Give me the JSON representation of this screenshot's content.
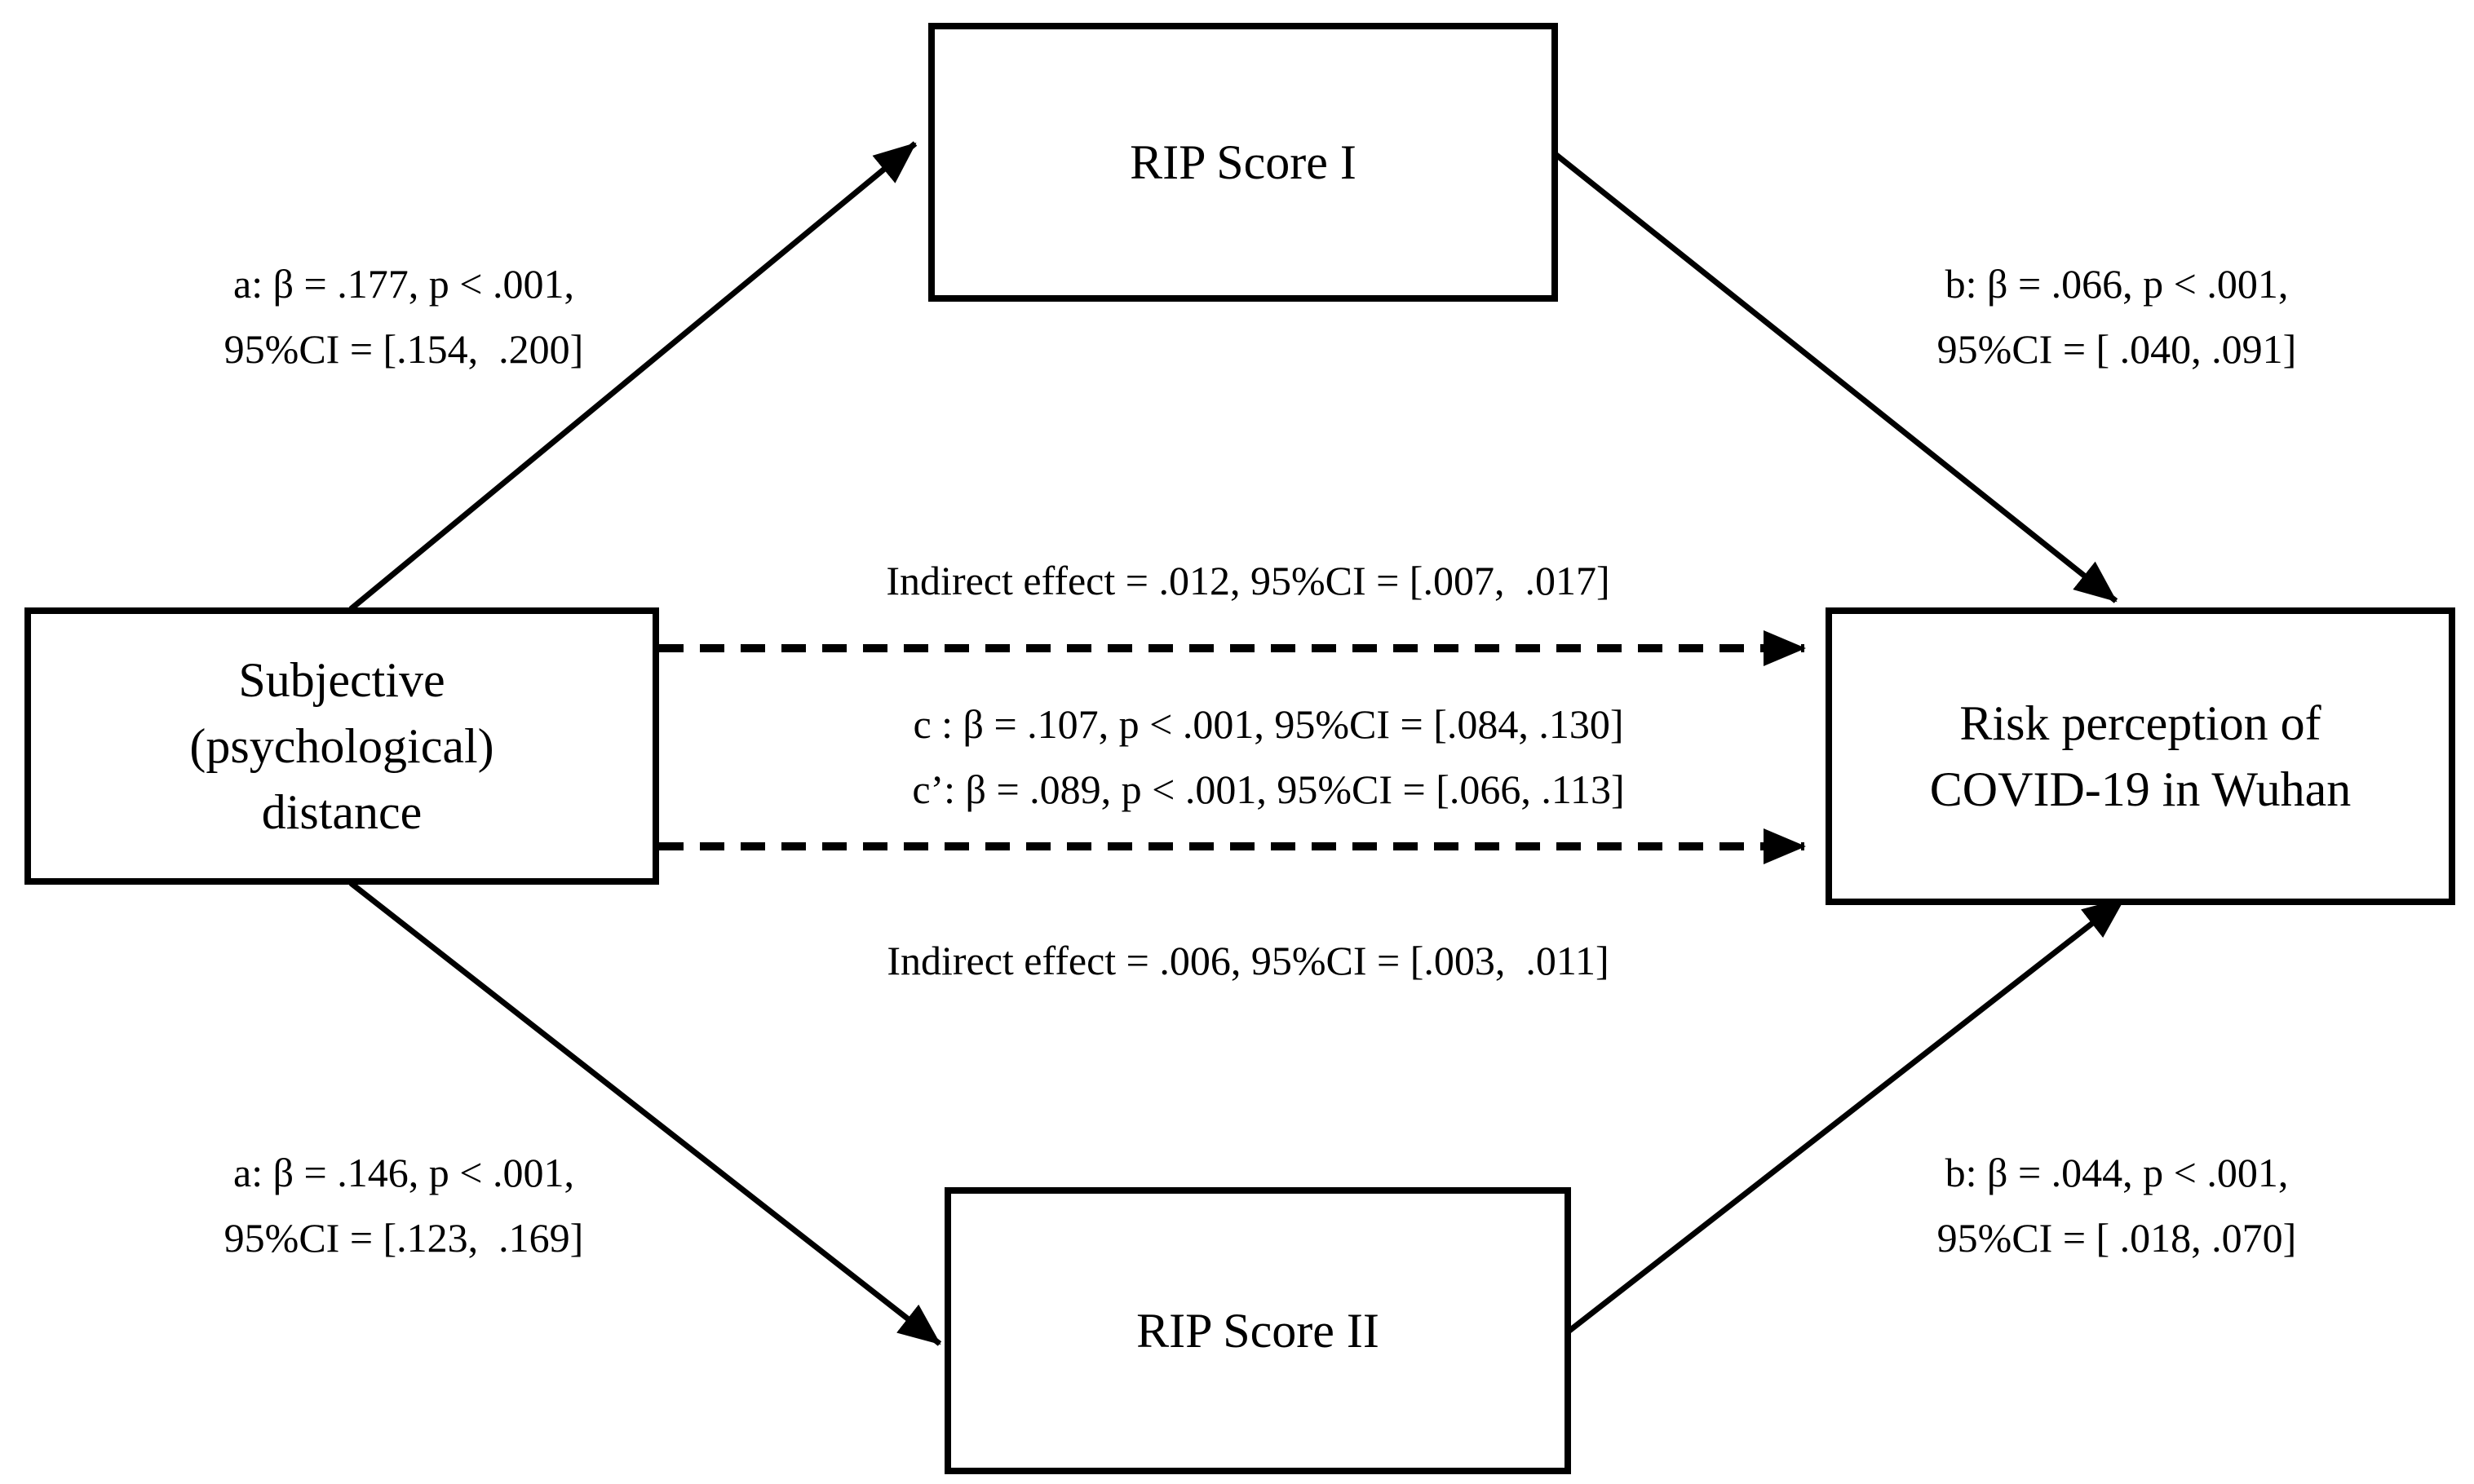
{
  "figure": {
    "type": "mediation-path-diagram",
    "colors": {
      "background": "#ffffff",
      "line": "#000000",
      "text": "#000000",
      "node_fill": "#ffffff",
      "node_border": "#000000"
    },
    "nodes": {
      "predictor": {
        "label": "Subjective\n(psychological)\ndistance"
      },
      "mediator1": {
        "label": "RIP Score I"
      },
      "mediator2": {
        "label": "RIP Score II"
      },
      "outcome": {
        "label": "Risk perception of\nCOVID-19 in Wuhan"
      }
    },
    "paths": {
      "a1": {
        "from": "predictor",
        "to": "mediator1",
        "style": "solid",
        "label": "a: β = .177, p < .001,\n95%CI = [.154,  .200]"
      },
      "b1": {
        "from": "mediator1",
        "to": "outcome",
        "style": "solid",
        "label": "b: β = .066, p < .001,\n95%CI = [ .040, .091]"
      },
      "a2": {
        "from": "predictor",
        "to": "mediator2",
        "style": "solid",
        "label": "a: β = .146, p < .001,\n95%CI = [.123,  .169]"
      },
      "b2": {
        "from": "mediator2",
        "to": "outcome",
        "style": "solid",
        "label": "b: β = .044, p < .001,\n95%CI = [ .018, .070]"
      },
      "indirect1": {
        "from": "predictor",
        "to": "outcome",
        "style": "dashed",
        "label": "Indirect effect = .012, 95%CI = [.007,  .017]"
      },
      "direct": {
        "from": "predictor",
        "to": "outcome",
        "label": "c : β = .107, p < .001, 95%CI = [.084, .130]\nc’: β = .089, p < .001, 95%CI = [.066, .113]"
      },
      "indirect2": {
        "from": "predictor",
        "to": "outcome",
        "style": "dashed",
        "label": "Indirect effect = .006, 95%CI = [.003,  .011]"
      }
    }
  }
}
